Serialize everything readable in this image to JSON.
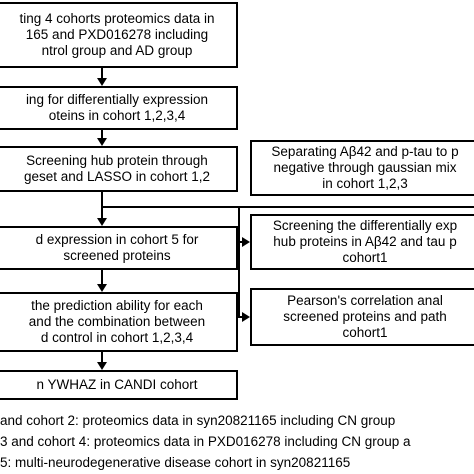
{
  "left_steps": [
    {
      "lines": [
        "ting  4 cohorts proteomics data in",
        "165  and  PXD016278 including",
        "ntrol group and AD group"
      ]
    },
    {
      "lines": [
        "ing for differentially expression",
        "oteins in cohort 1,2,3,4"
      ]
    },
    {
      "lines": [
        "Screening hub protein through",
        "geset and LASSO in cohort 1,2"
      ]
    },
    {
      "lines": [
        "d expression in cohort 5 for",
        "screened proteins"
      ]
    },
    {
      "lines": [
        "the prediction ability for each",
        "and the combination between",
        "d control in cohort 1,2,3,4"
      ]
    },
    {
      "lines": [
        "n YWHAZ in CANDI cohort"
      ]
    }
  ],
  "right_steps": [
    {
      "lines": [
        "Separating Aβ42 and p-tau to p",
        "negative through gaussian mix",
        "in cohort 1,2,3"
      ]
    },
    {
      "lines": [
        "Screening the differentially exp",
        "hub proteins in Aβ42 and tau p",
        "cohort1"
      ]
    },
    {
      "lines": [
        "Pearson's correlation anal",
        "screened proteins and path",
        "cohort1"
      ]
    }
  ],
  "notes": [
    " and cohort 2: proteomics data in syn20821165 including  CN group",
    "3 and cohort 4: proteomics data in PXD016278 including  CN group a",
    "5: multi-neurodegenerative  disease cohort in syn20821165"
  ]
}
